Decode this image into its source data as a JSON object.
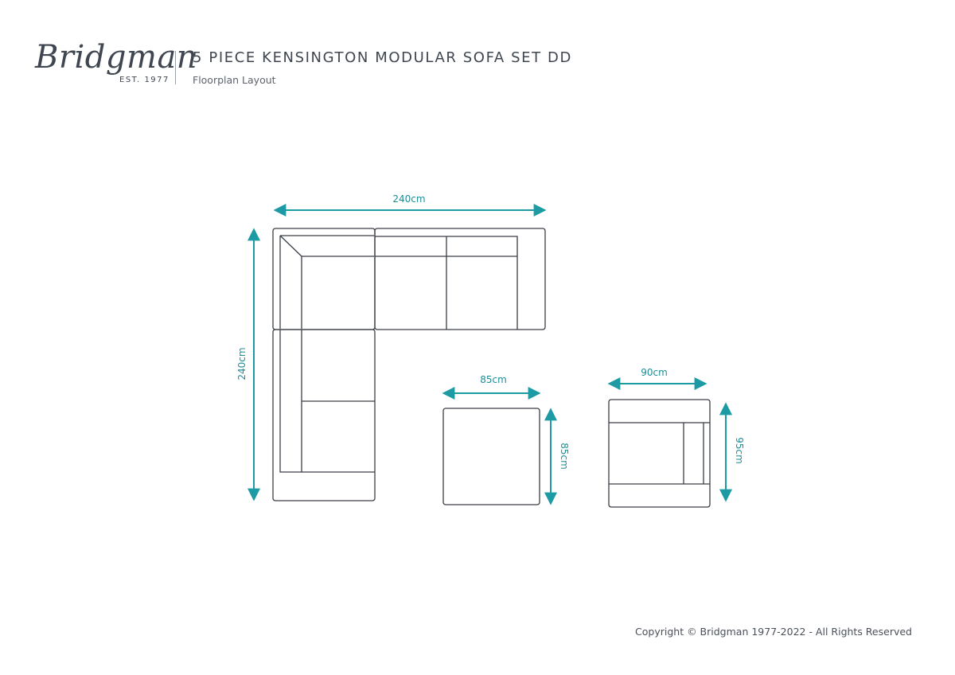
{
  "brand": {
    "name": "Bridgman",
    "established": "EST. 1977"
  },
  "header": {
    "title": "5 PIECE KENSINGTON MODULAR SOFA SET DD",
    "subtitle": "Floorplan Layout"
  },
  "dimensions": {
    "corner_width": "240cm",
    "corner_depth": "240cm",
    "ottoman_width": "85cm",
    "ottoman_depth": "85cm",
    "chair_width": "90cm",
    "chair_depth": "95cm"
  },
  "footer": {
    "copyright": "Copyright © Bridgman 1977-2022 - All Rights Reserved"
  },
  "colors": {
    "outline": "#3a3f46",
    "dimension": "#1c9ba5",
    "text": "#3f4650"
  }
}
